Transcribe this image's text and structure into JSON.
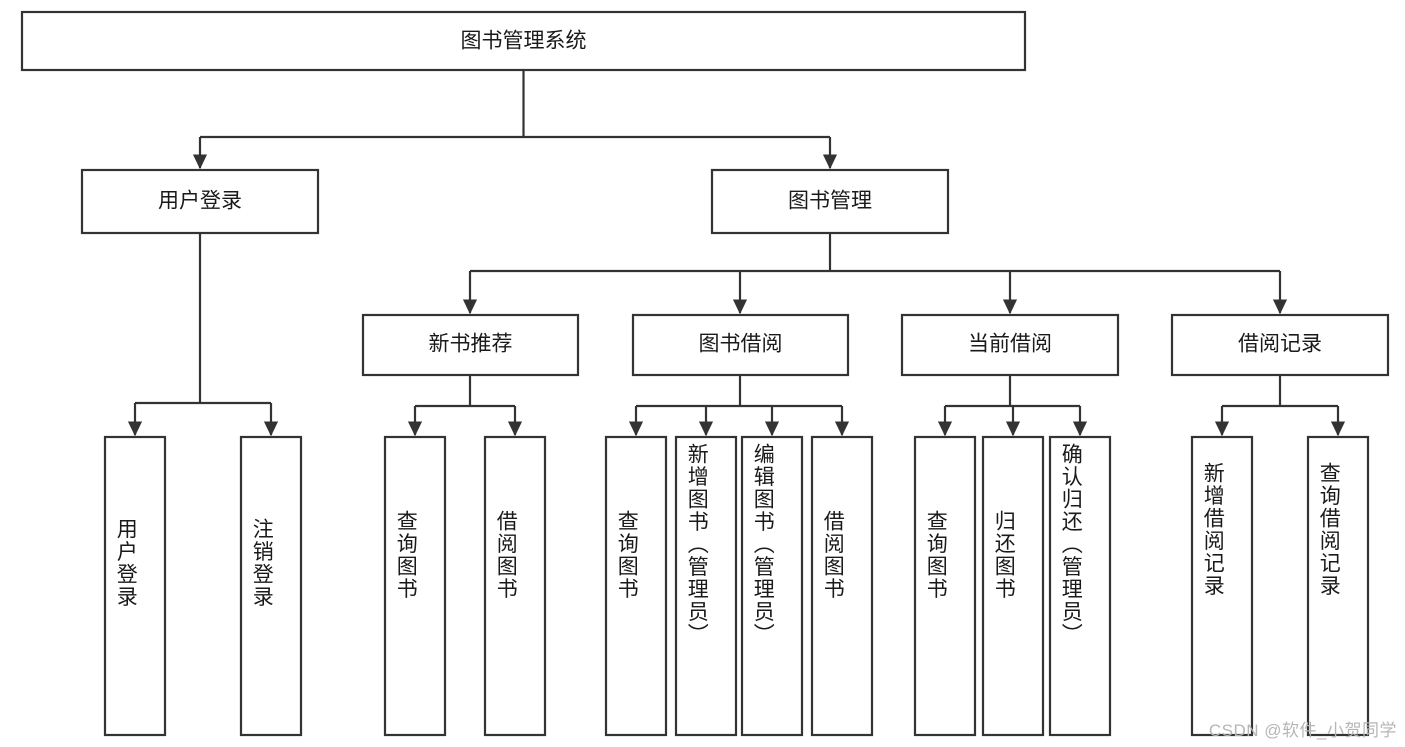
{
  "diagram": {
    "type": "tree-hierarchy",
    "title": "图书管理系统",
    "root": {
      "id": "root",
      "label": "图书管理系统",
      "orientation": "horizontal"
    },
    "level2": [
      {
        "id": "user-login",
        "label": "用户登录",
        "orientation": "horizontal"
      },
      {
        "id": "book-manage",
        "label": "图书管理",
        "orientation": "horizontal"
      }
    ],
    "level3": [
      {
        "id": "new-book-recommend",
        "label": "新书推荐",
        "orientation": "horizontal",
        "parent": "book-manage"
      },
      {
        "id": "book-borrow",
        "label": "图书借阅",
        "orientation": "horizontal",
        "parent": "book-manage"
      },
      {
        "id": "current-borrow",
        "label": "当前借阅",
        "orientation": "horizontal",
        "parent": "book-manage"
      },
      {
        "id": "borrow-record",
        "label": "借阅记录",
        "orientation": "horizontal",
        "parent": "book-manage"
      }
    ],
    "leaves": [
      {
        "id": "leaf-user-login",
        "label": "用户登录",
        "orientation": "vertical",
        "parent": "user-login"
      },
      {
        "id": "leaf-user-logout",
        "label": "注销登录",
        "orientation": "vertical",
        "parent": "user-login"
      },
      {
        "id": "leaf-query-book-1",
        "label": "查询图书",
        "orientation": "vertical",
        "parent": "new-book-recommend"
      },
      {
        "id": "leaf-borrow-book-1",
        "label": "借阅图书",
        "orientation": "vertical",
        "parent": "new-book-recommend"
      },
      {
        "id": "leaf-query-book-2",
        "label": "查询图书",
        "orientation": "vertical",
        "parent": "book-borrow"
      },
      {
        "id": "leaf-add-book",
        "label": "新增图书（管理员）",
        "orientation": "vertical",
        "parent": "book-borrow"
      },
      {
        "id": "leaf-edit-book",
        "label": "编辑图书（管理员）",
        "orientation": "vertical",
        "parent": "book-borrow"
      },
      {
        "id": "leaf-borrow-book-2",
        "label": "借阅图书",
        "orientation": "vertical",
        "parent": "book-borrow"
      },
      {
        "id": "leaf-query-book-3",
        "label": "查询图书",
        "orientation": "vertical",
        "parent": "current-borrow"
      },
      {
        "id": "leaf-return-book",
        "label": "归还图书",
        "orientation": "vertical",
        "parent": "current-borrow"
      },
      {
        "id": "leaf-confirm-return",
        "label": "确认归还（管理员）",
        "orientation": "vertical",
        "parent": "current-borrow"
      },
      {
        "id": "leaf-add-record",
        "label": "新增借阅记录",
        "orientation": "vertical",
        "parent": "borrow-record"
      },
      {
        "id": "leaf-query-record",
        "label": "查询借阅记录",
        "orientation": "vertical",
        "parent": "borrow-record"
      }
    ]
  },
  "watermark": {
    "text": "CSDN @软件_小贺同学"
  },
  "colors": {
    "box_stroke": "#333333",
    "box_fill": "#ffffff",
    "text": "#1a1a1a",
    "background": "#ffffff",
    "watermark": "#b6b6b6"
  }
}
